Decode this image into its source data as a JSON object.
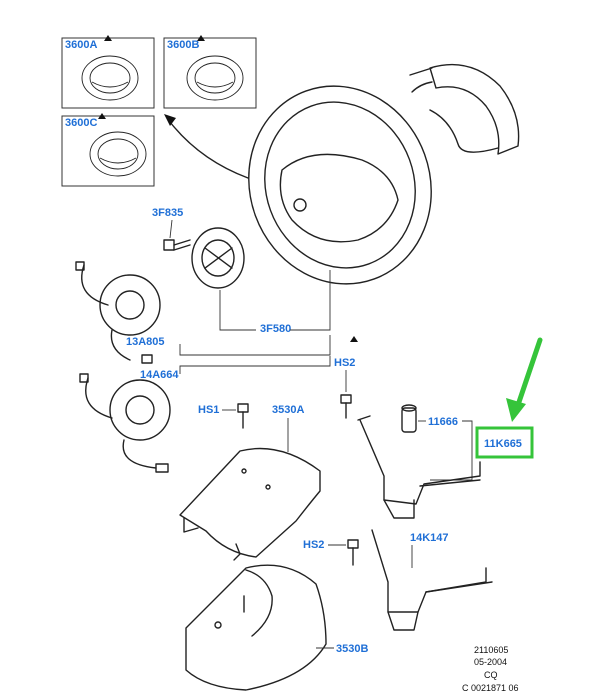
{
  "labels": {
    "p3600a": "3600A",
    "p3600b": "3600B",
    "p3600c": "3600C",
    "p3f835": "3F835",
    "p3f580": "3F580",
    "p13a805": "13A805",
    "p14a664": "14A664",
    "hs1": "HS1",
    "p3530a": "3530A",
    "hs2_top": "HS2",
    "p11666": "11666",
    "p11k665": "11K665",
    "hs2_bottom": "HS2",
    "p14k147": "14K147",
    "p3530b": "3530B"
  },
  "footer": {
    "line1": "2110605",
    "line2": "05-2004",
    "line3": "CQ",
    "line4": "C 0021871 06"
  },
  "colors": {
    "label_blue": "#1f6fd6",
    "highlight_green": "#35c43a",
    "line": "#222222"
  },
  "icons": {
    "triangle": "warning-triangle-icon",
    "arrow": "green-callout-arrow-icon"
  }
}
